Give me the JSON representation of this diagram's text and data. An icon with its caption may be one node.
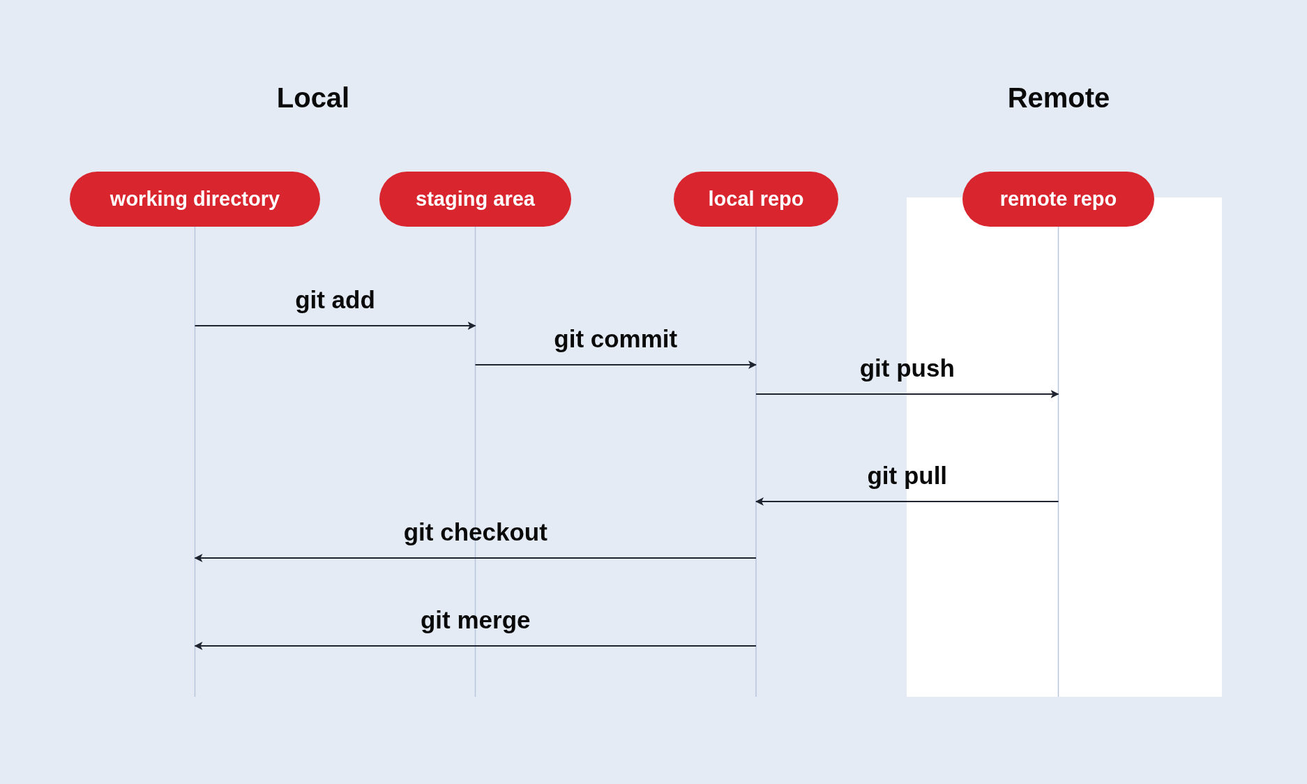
{
  "diagram": {
    "nodes": [
      {
        "text": [
          "working directory"
        ]
      },
      {
        "text": [
          "staging area"
        ]
      },
      {
        "text": [
          "local repo"
        ]
      },
      {
        "text": [
          "remote repo"
        ]
      }
    ],
    "edges": [
      {
        "from": 0,
        "to": 1,
        "arrow": "to",
        "label": "git add"
      },
      {
        "from": 1,
        "to": 2,
        "arrow": "to",
        "label": "git commit"
      },
      {
        "from": 2,
        "to": 3,
        "arrow": "to",
        "label": "git push"
      },
      {
        "from": 3,
        "to": 2,
        "arrow": "to",
        "label": "git pull"
      },
      {
        "from": 2,
        "to": 0,
        "arrow": "to",
        "label": "git checkout"
      },
      {
        "from": 2,
        "to": 0,
        "arrow": "to",
        "label": "git merge"
      }
    ],
    "labels": [
      "Local",
      "Remote"
    ]
  }
}
